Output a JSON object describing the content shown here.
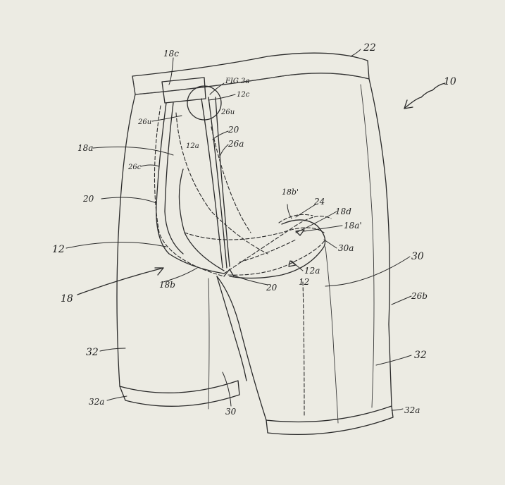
{
  "labels": {
    "l18c": "18c",
    "lfig": "FIG 3a",
    "l12c": "12c",
    "l22": "22",
    "l10": "10",
    "l26u_a": "26u",
    "l26u_b": "26u",
    "l20_top": "20",
    "l26a": "26a",
    "l12a_top": "12a",
    "l18a": "18a",
    "l26c": "26c",
    "l20_left": "20",
    "l18b_prime": "18b'",
    "l24": "24",
    "l18d": "18d",
    "l18a_prime": "18a'",
    "l30a": "30a",
    "l30_right": "30",
    "l12_left": "12",
    "l12a_mid": "12a",
    "l12_mid": "12",
    "l18": "18",
    "l18b": "18b",
    "l20_bottom": "20",
    "l26b": "26b",
    "l32_left": "32",
    "l32_right": "32",
    "l32a_left": "32a",
    "l32a_right": "32a",
    "l30_bottom": "30"
  },
  "colors": {
    "background": "#ecebe3",
    "ink": "#2a2a2a"
  }
}
